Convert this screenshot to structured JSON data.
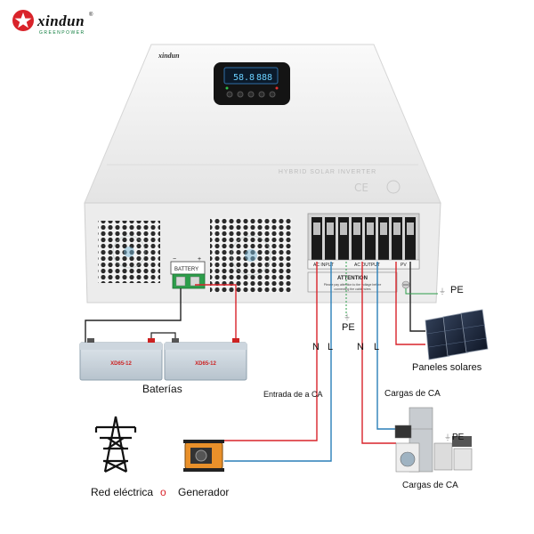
{
  "brand": {
    "name": "xindun",
    "tagline": "GREENPOWER",
    "registered_mark": "®",
    "primary_color": "#d9232a",
    "accent_color": "#0a7a3a"
  },
  "inverter": {
    "brand_small": "xindun",
    "model_text": "HYBRID SOLAR INVERTER",
    "battery_label": "BATTERY",
    "polarity_neg": "−",
    "polarity_pos": "+",
    "terminal_labels": {
      "ac_input": "AC INPUT",
      "ac_output": "AC OUTPUT",
      "pv": "PV"
    },
    "attention_title": "ATTENTION",
    "attention_text": "Please pay attention to the voltage before connecting the cable wires"
  },
  "labels": {
    "baterias": "Baterías",
    "entrada_ca": "Entrada de a CA",
    "cargas_ca_1": "Cargas de CA",
    "cargas_ca_2": "Cargas de CA",
    "paneles": "Paneles solares",
    "pe_1": "PE",
    "pe_2": "PE",
    "pe_3": "PE",
    "n_input": "N",
    "l_input": "L",
    "n_output": "N",
    "l_output": "L",
    "red_electrica": "Red eléctrica",
    "o": "o",
    "generador": "Generador",
    "battery_model": "XD65-12"
  },
  "wire_colors": {
    "red": "#d9232a",
    "blue": "#2a7fb8",
    "black": "#222222",
    "green": "#2c9e4a"
  }
}
